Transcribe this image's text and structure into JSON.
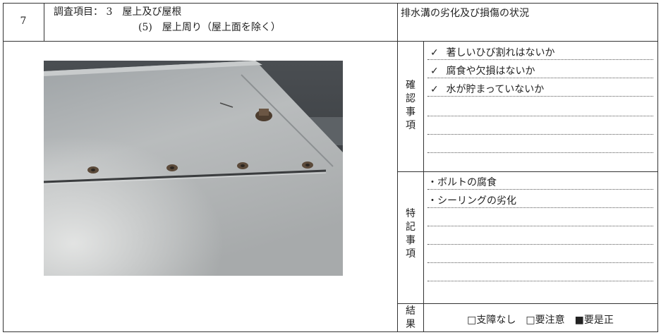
{
  "header": {
    "number": "7",
    "title_line1": "調査項目： 3　屋上及び屋根",
    "title_line2": "(5)　屋上周り（屋上面を除く）",
    "subject": "排水溝の劣化及び損傷の状況"
  },
  "check_section": {
    "label": "確\n認\n事\n項",
    "items": [
      {
        "mark": "✓",
        "text": "著しいひび割れはないか"
      },
      {
        "mark": "✓",
        "text": "腐食や欠損はないか"
      },
      {
        "mark": "✓",
        "text": "水が貯まっていないか"
      }
    ]
  },
  "notes_section": {
    "label": "特\n記\n事\n項",
    "items": [
      {
        "text": "・ボルトの腐食"
      },
      {
        "text": "・シーリングの劣化"
      }
    ]
  },
  "result_section": {
    "label": "結\n果",
    "options": [
      {
        "text": "□支障なし"
      },
      {
        "text": "□要注意"
      },
      {
        "text": "■要是正"
      }
    ]
  },
  "photo": {
    "description_icon": "photo-rooftop-metal-panel"
  }
}
